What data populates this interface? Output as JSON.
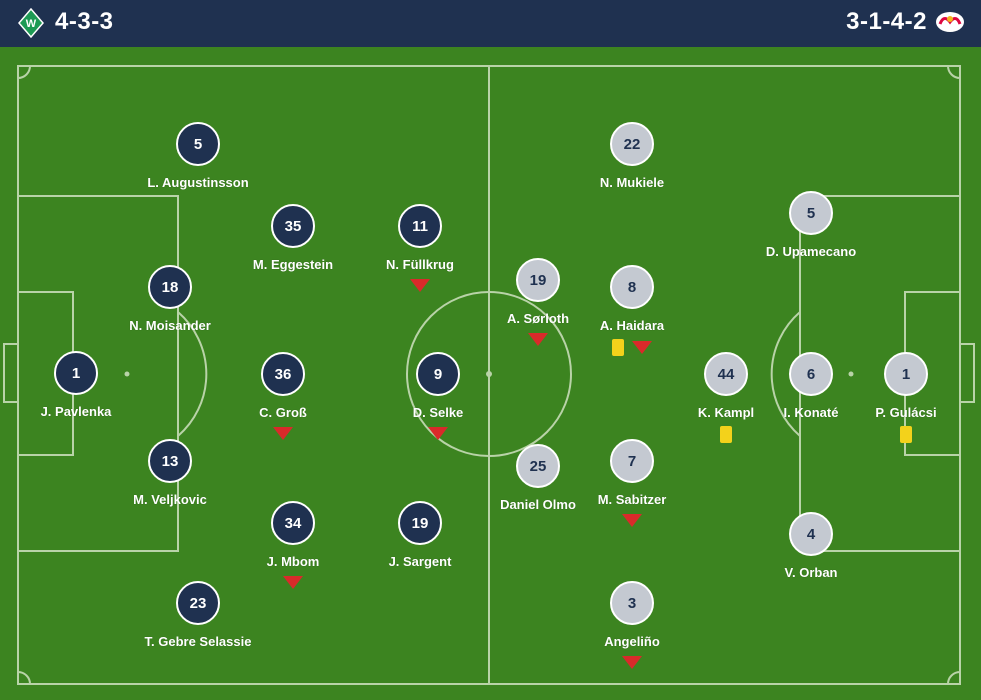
{
  "header": {
    "home_formation": "4-3-3",
    "away_formation": "3-1-4-2",
    "home_crest_icon": "werder-bremen-crest-icon",
    "away_crest_icon": "rb-leipzig-crest-icon"
  },
  "colors": {
    "header_bg": "#1f3150",
    "pitch": "#3c8420",
    "home_player": "#1f3150",
    "away_player": "#c4c9d1",
    "sub_arrow": "#d92a2a",
    "yellow_card": "#f3d21b"
  },
  "home_players": [
    {
      "number": "1",
      "name": "J. Pavlenka",
      "events": []
    },
    {
      "number": "5",
      "name": "L. Augustinsson",
      "events": []
    },
    {
      "number": "18",
      "name": "N. Moisander",
      "events": []
    },
    {
      "number": "13",
      "name": "M. Veljkovic",
      "events": []
    },
    {
      "number": "23",
      "name": "T. Gebre Selassie",
      "events": []
    },
    {
      "number": "35",
      "name": "M. Eggestein",
      "events": []
    },
    {
      "number": "36",
      "name": "C. Groß",
      "events": [
        "sub-off"
      ]
    },
    {
      "number": "34",
      "name": "J. Mbom",
      "events": [
        "sub-off"
      ]
    },
    {
      "number": "11",
      "name": "N. Füllkrug",
      "events": [
        "sub-off"
      ]
    },
    {
      "number": "9",
      "name": "D. Selke",
      "events": [
        "sub-off"
      ]
    },
    {
      "number": "19",
      "name": "J. Sargent",
      "events": []
    }
  ],
  "away_players": [
    {
      "number": "22",
      "name": "N. Mukiele",
      "events": []
    },
    {
      "number": "19",
      "name": "A. Sørloth",
      "events": [
        "sub-off"
      ]
    },
    {
      "number": "25",
      "name": "Daniel Olmo",
      "events": []
    },
    {
      "number": "8",
      "name": "A. Haidara",
      "events": [
        "yellow-card",
        "sub-off"
      ]
    },
    {
      "number": "7",
      "name": "M. Sabitzer",
      "events": [
        "sub-off"
      ]
    },
    {
      "number": "3",
      "name": "Angeliño",
      "events": [
        "sub-off"
      ]
    },
    {
      "number": "44",
      "name": "K. Kampl",
      "events": [
        "yellow-card"
      ]
    },
    {
      "number": "5",
      "name": "D. Upamecano",
      "events": []
    },
    {
      "number": "6",
      "name": "I. Konaté",
      "events": []
    },
    {
      "number": "4",
      "name": "V. Orban",
      "events": []
    },
    {
      "number": "1",
      "name": "P. Gulácsi",
      "events": [
        "yellow-card"
      ]
    }
  ]
}
